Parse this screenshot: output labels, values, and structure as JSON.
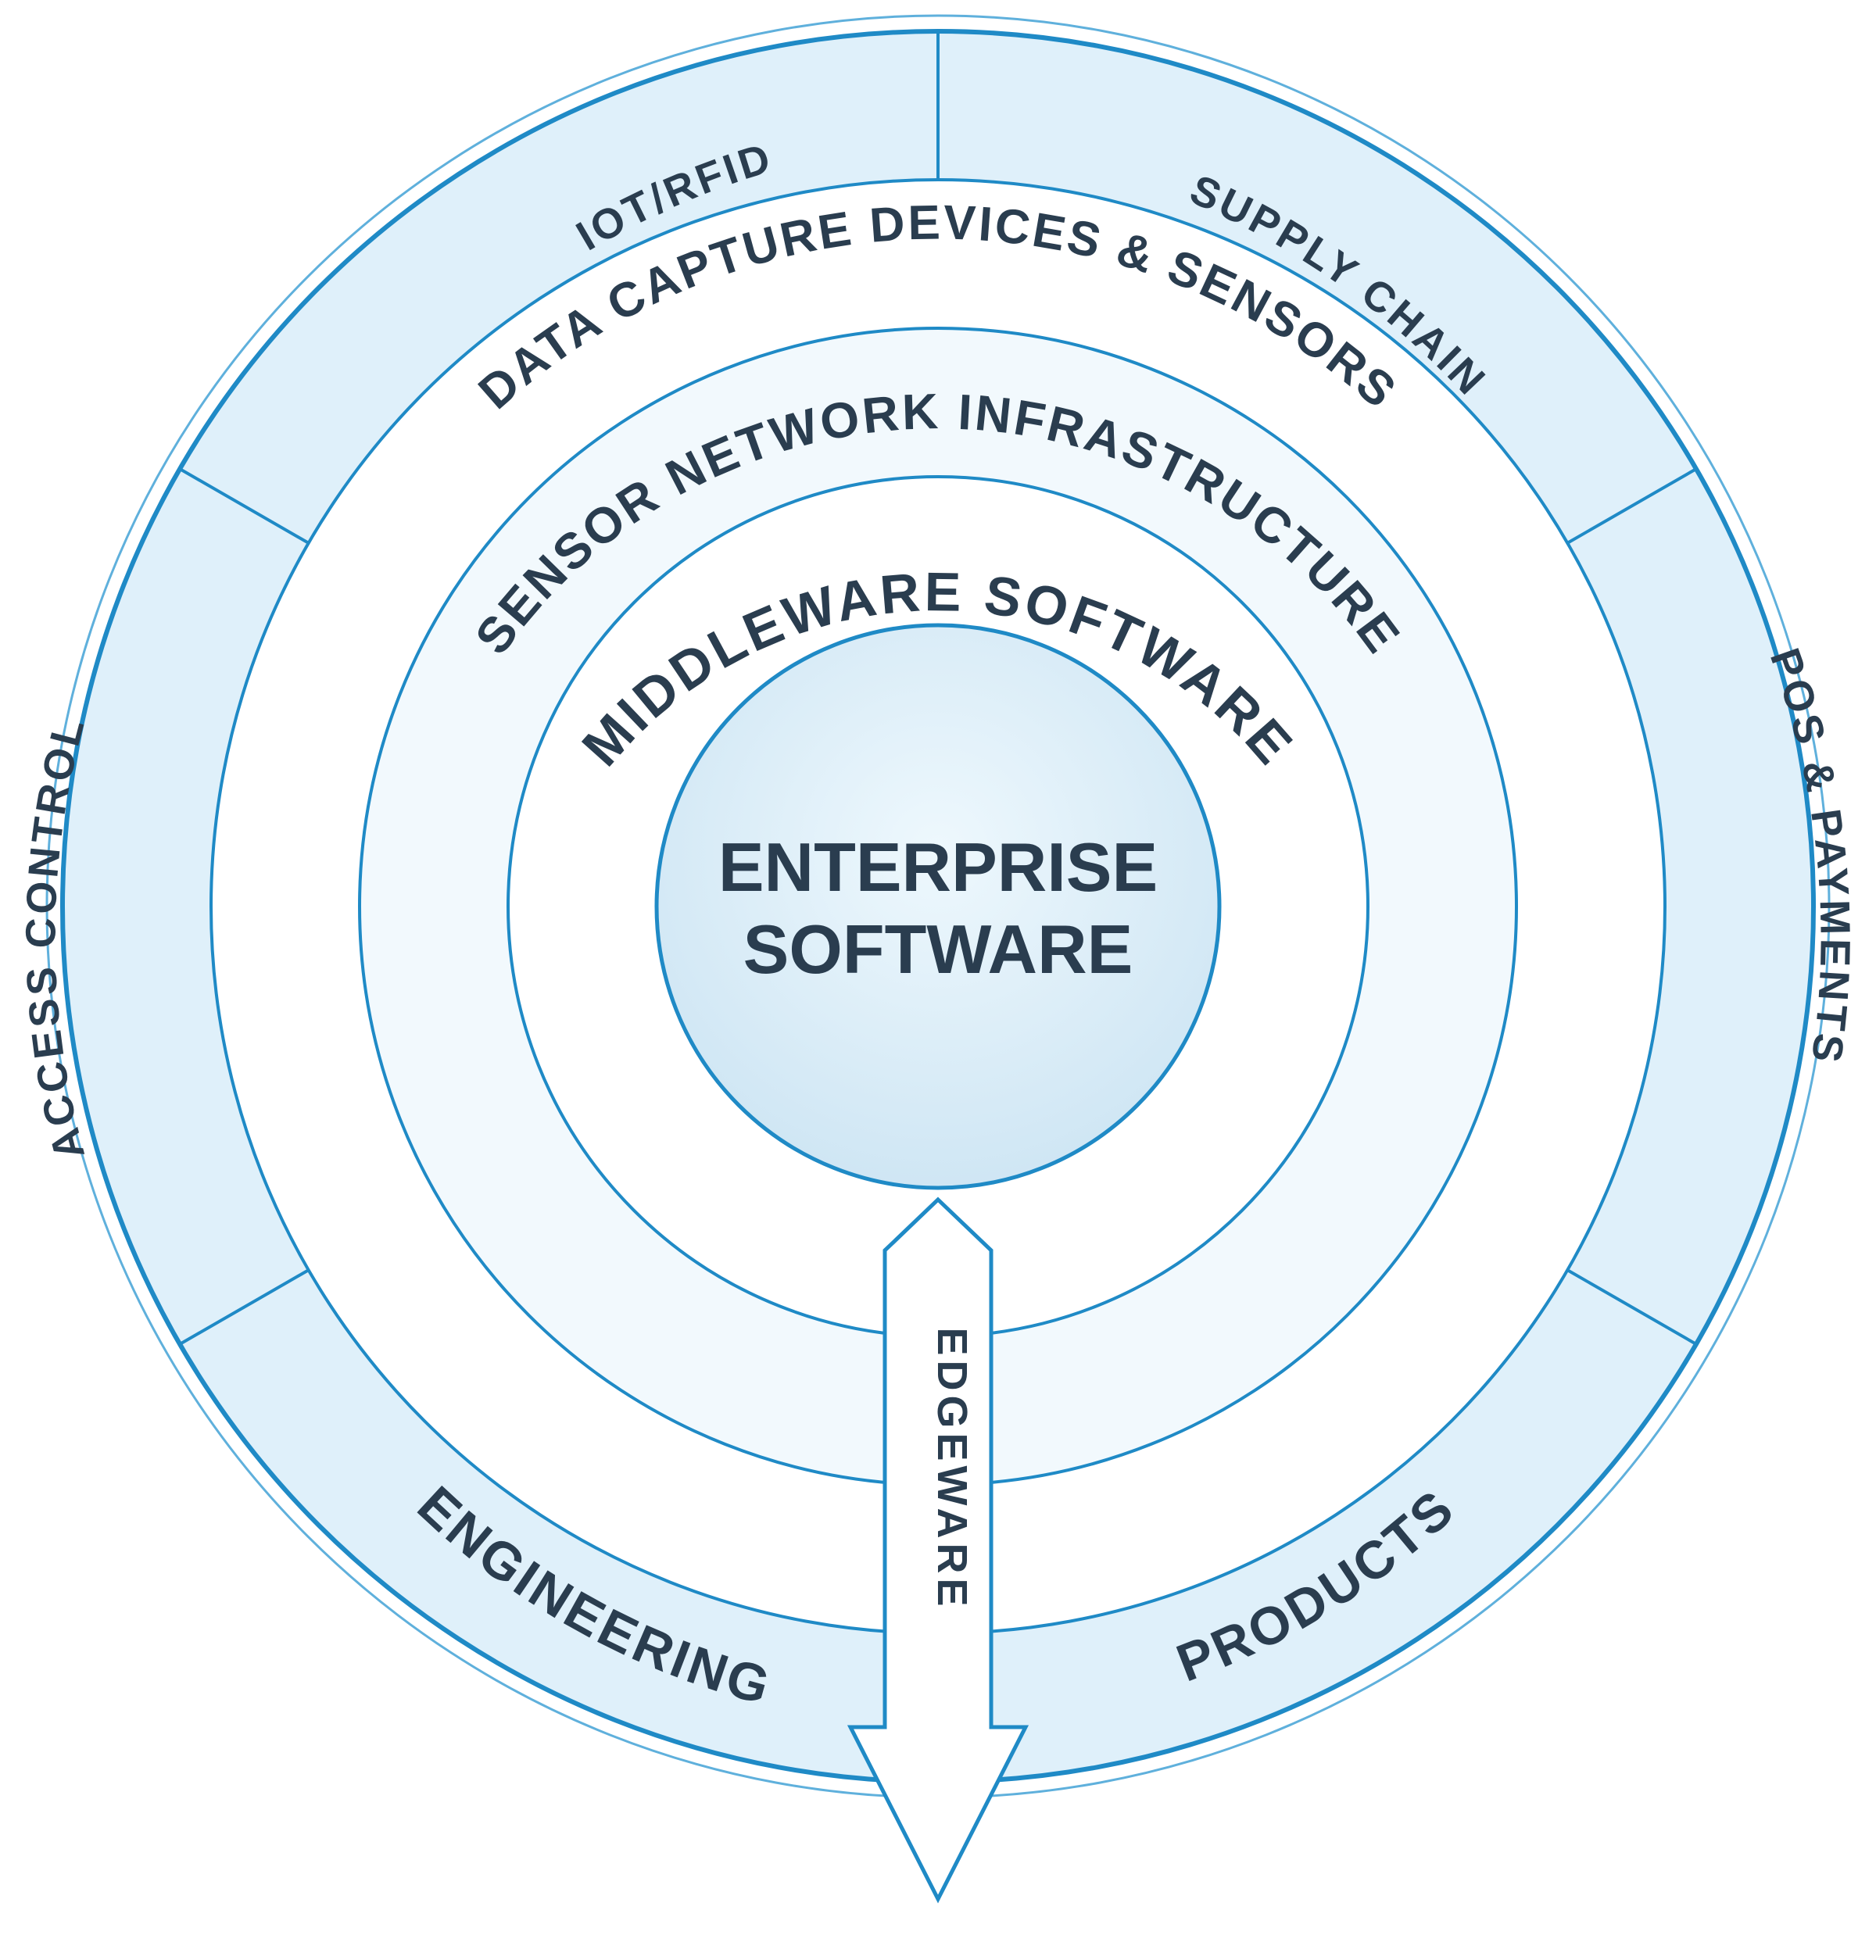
{
  "center": {
    "line1": "ENTERPRISE",
    "line2": "SOFTWARE"
  },
  "rings": {
    "middleware": "MIDDLEWARE SOFTWARE",
    "sensor_network": "SENSOR NETWORK INFRASTRUCTURE",
    "data_capture": "DATA CAPTURE DEVICES & SENSORS"
  },
  "outer_segments": {
    "iot_rfid": "IOT/RFID",
    "supply_chain": "SUPPLY CHAIN",
    "pos_payments": "POS & PAYMENTS",
    "products": "PRODUCTS",
    "engineering": "ENGINEERING",
    "access_control": "ACCESS CONTROL"
  },
  "arrow": {
    "label": "EDGEWARE"
  },
  "colors": {
    "stroke": "#1f8ac6",
    "light_fill": "#dff0fa",
    "pale_fill": "#f2f9fd",
    "text": "#2a3d4f"
  }
}
